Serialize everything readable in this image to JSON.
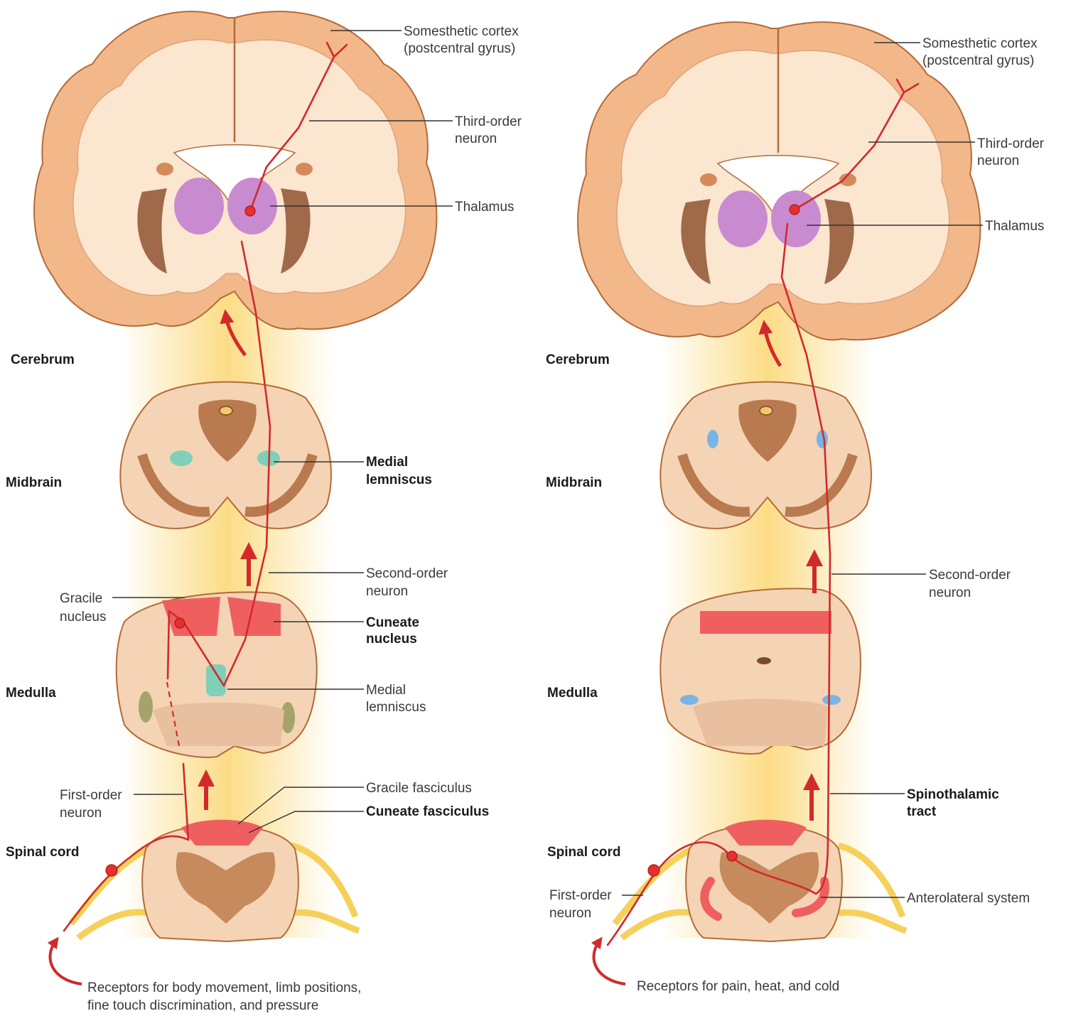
{
  "colors": {
    "brain": "#f2b88a",
    "brain_outline": "#b46a3a",
    "white_matter": "#fbe6d0",
    "thalamus": "#c98bd0",
    "basal_ganglia": "#a0694a",
    "glow": "#fbd878",
    "neuron": "#d22a2a",
    "cuneate": "#ef5f5f",
    "medial_lemniscus": "#7fd0b8",
    "spinothalamic": "#7ab4e6",
    "nerve": "#f6d05a"
  },
  "left": {
    "labels": {
      "cortex_l1": "Somesthetic cortex",
      "cortex_l2": "(postcentral gyrus)",
      "third_l1": "Third-order",
      "third_l2": "neuron",
      "thalamus": "Thalamus",
      "cerebrum": "Cerebrum",
      "midbrain": "Midbrain",
      "medlem_l1": "Medial",
      "medlem_l2": "lemniscus",
      "second_l1": "Second-order",
      "second_l2": "neuron",
      "gracile_l1": "Gracile",
      "gracile_l2": "nucleus",
      "cuneate_l1": "Cuneate",
      "cuneate_l2": "nucleus",
      "medulla": "Medulla",
      "medlem2_l1": "Medial",
      "medlem2_l2": "lemniscus",
      "first_l1": "First-order",
      "first_l2": "neuron",
      "gracile_fasc": "Gracile fasciculus",
      "cuneate_fasc": "Cuneate fasciculus",
      "spinal": "Spinal cord",
      "receptors_l1": "Receptors for body movement, limb positions,",
      "receptors_l2": "fine touch discrimination, and pressure"
    }
  },
  "right": {
    "labels": {
      "cortex_l1": "Somesthetic cortex",
      "cortex_l2": "(postcentral gyrus)",
      "third_l1": "Third-order",
      "third_l2": "neuron",
      "thalamus": "Thalamus",
      "cerebrum": "Cerebrum",
      "midbrain": "Midbrain",
      "second_l1": "Second-order",
      "second_l2": "neuron",
      "medulla": "Medulla",
      "spino_l1": "Spinothalamic",
      "spino_l2": "tract",
      "spinal": "Spinal cord",
      "first_l1": "First-order",
      "first_l2": "neuron",
      "anterolateral": "Anterolateral system",
      "receptors_l1": "Receptors for pain, heat, and cold"
    }
  }
}
